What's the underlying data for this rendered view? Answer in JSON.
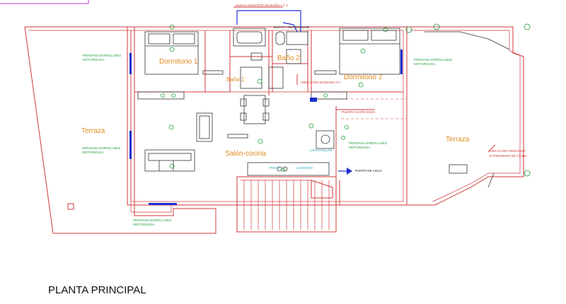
{
  "title": "PLANTA PRINCIPAL",
  "rooms": {
    "dormitorio1": "Dormitorio 1",
    "dormitorio2": "Dormitorio 2",
    "bano1": "Baño 1",
    "bano2": "Baño 2",
    "salon": "Salón-cocina",
    "terraza_left": "Terraza",
    "terraza_right": "Terraza"
  },
  "notes": {
    "suelo_radiante": "SUELO RADIANTE EN BAÑO 1 Y 2",
    "ducha_hidromasaje": "DUCHA HIDROMASAJE",
    "ubicacion_maquina": "UBICACIÓN MÁQUINA A/A",
    "puerta_acorazada": "PUERTA ACORAZADA",
    "punto_agua": "PUNTO DE AGUA",
    "ubicacion_unidades": "UBICACIÓN UNIDADES",
    "exteriores_clima": "EXTERIORES DE CLIMA",
    "lavavajillas": "LAVAVAJILLAS",
    "frigo": "FRIGO",
    "lavadora": "LAVADORA",
    "persiana": "PERSIANA ENROLLABLE",
    "motorizada": "MOTORIZADA"
  }
}
